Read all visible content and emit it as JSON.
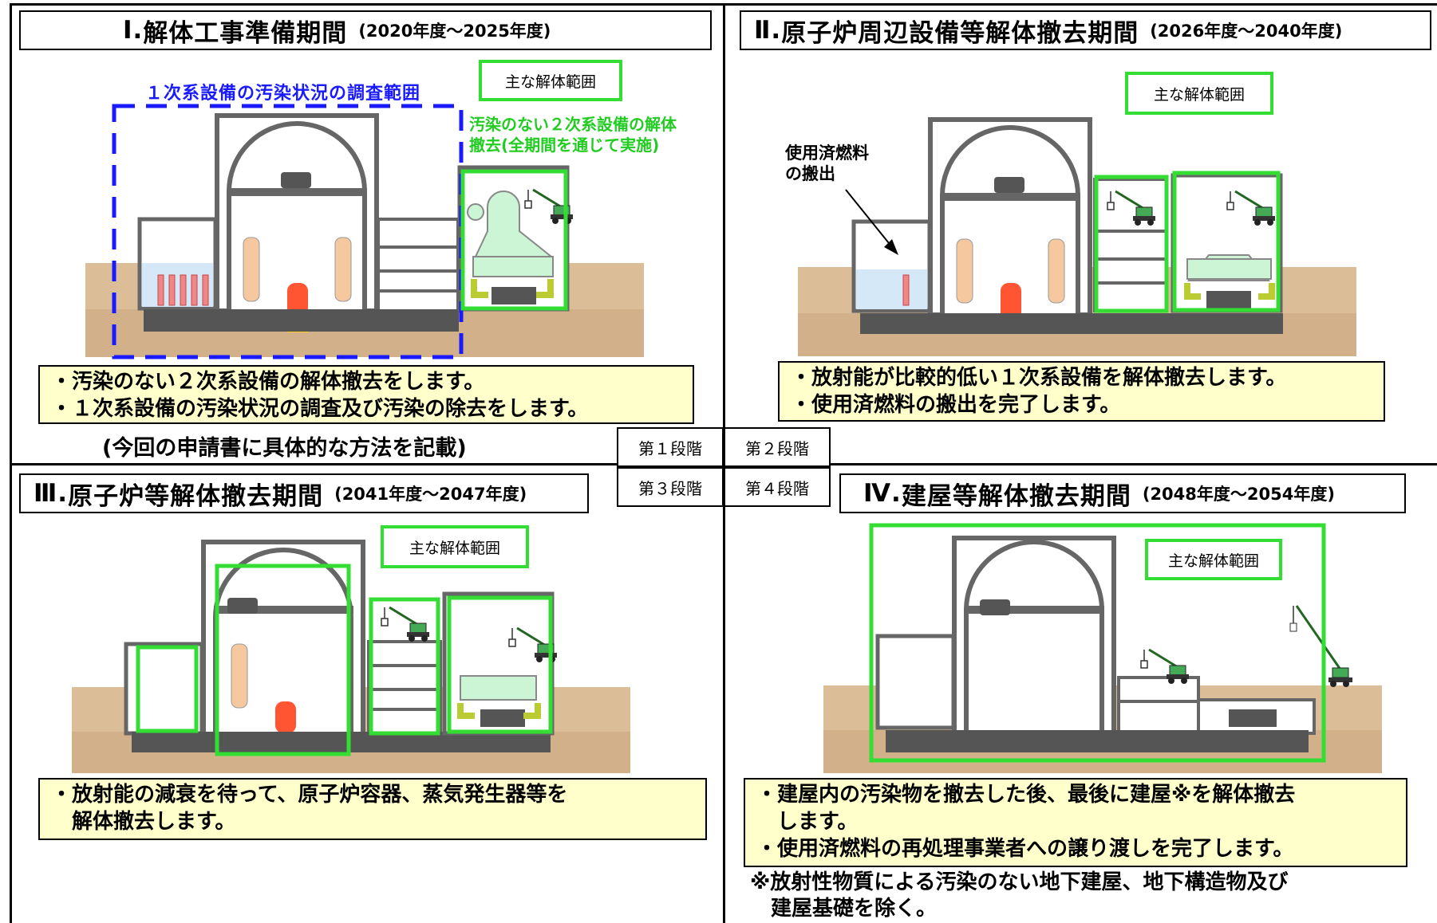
{
  "phases": [
    {
      "numeral": "Ⅰ.",
      "title": "解体工事準備期間",
      "years": "(2020年度～2025年度)",
      "scope_label": "主な解体範囲",
      "descriptions": [
        "・汚染のない２次系設備の解体撤去をします。",
        "・１次系設備の汚染状況の調査及び汚染の除去をします。"
      ],
      "note": "(今回の申請書に具体的な方法を記載)"
    },
    {
      "numeral": "Ⅱ.",
      "title": "原子炉周辺設備等解体撤去期間",
      "years": "(2026年度～2040年度)",
      "scope_label": "主な解体範囲",
      "descriptions": [
        "・放射能が比較的低い１次系設備を解体撤去します。",
        "・使用済燃料の搬出を完了します。"
      ]
    },
    {
      "numeral": "Ⅲ.",
      "title": "原子炉等解体撤去期間",
      "years": "(2041年度～2047年度)",
      "scope_label": "主な解体範囲",
      "descriptions": [
        "・放射能の減衰を待って、原子炉容器、蒸気発生器等を",
        "　解体撤去します。"
      ]
    },
    {
      "numeral": "Ⅳ.",
      "title": "建屋等解体撤去期間",
      "years": "(2048年度～2054年度)",
      "scope_label": "主な解体範囲",
      "descriptions": [
        "・建屋内の汚染物を撤去した後、最後に建屋※を解体撤去",
        "　します。",
        "・使用済燃料の再処理事業者への譲り渡しを完了します。"
      ],
      "footnote": [
        "※放射性物質による汚染のない地下建屋、地下構造物及び",
        "　建屋基礎を除く。"
      ]
    }
  ],
  "annotations": {
    "primary_survey_scope": "１次系設備の汚染状況の調査範囲",
    "secondary_removal": [
      "汚染のない２次系設備の解体",
      "撤去(全期間を通じて実施)"
    ],
    "spent_fuel_out": [
      "使用済燃料",
      "の搬出"
    ]
  },
  "stages": [
    "第１段階",
    "第２段階",
    "第３段階",
    "第４段階"
  ],
  "colors": {
    "highlight": "#33dd33",
    "survey": "#1a1aff",
    "desc_bg": "#ffffcc",
    "building": "#666666",
    "ground": "#d2b08a",
    "pool": "#d5e8f8",
    "vessel": "#f5c8a0",
    "core": "#ff5533"
  },
  "icons": [
    "crane-icon",
    "reactor-dome-icon",
    "steam-generator-icon",
    "reactor-vessel-icon",
    "fuel-rod-icon"
  ]
}
